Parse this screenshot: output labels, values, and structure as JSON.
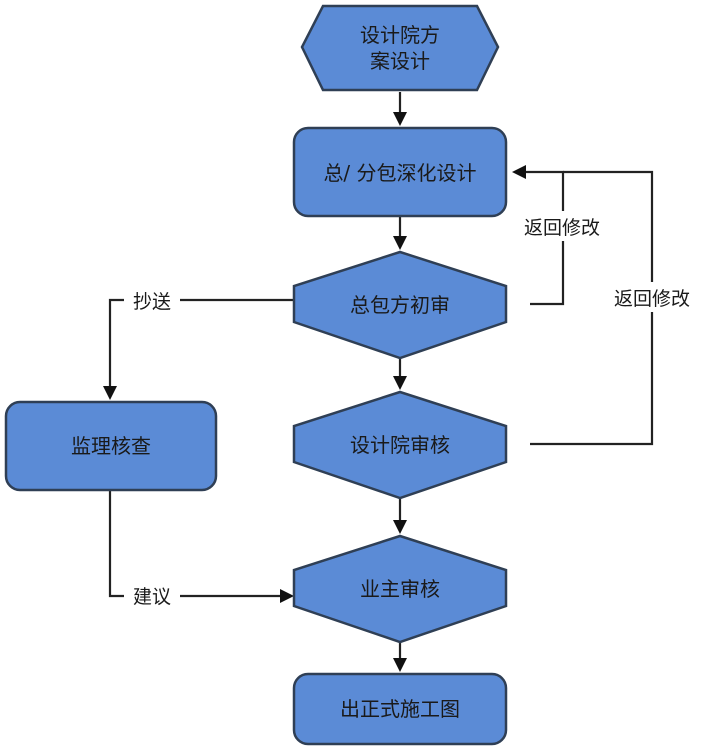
{
  "nodes": {
    "design_institute_scheme_line1": "设计院方",
    "design_institute_scheme_line2": "案设计",
    "deepening_design": "总/ 分包深化设计",
    "gc_preliminary_review": "总包方初审",
    "design_institute_review": "设计院审核",
    "supervision_check": "监理核查",
    "owner_review": "业主审核",
    "formal_construction_drawing": "出正式施工图"
  },
  "edge_labels": {
    "return_modify_1": "返回修改",
    "return_modify_2": "返回修改",
    "cc": "抄送",
    "suggestion": "建议"
  },
  "colors": {
    "node_fill": "#5b8bd6",
    "node_border": "#2f3f55",
    "line": "#222222"
  }
}
